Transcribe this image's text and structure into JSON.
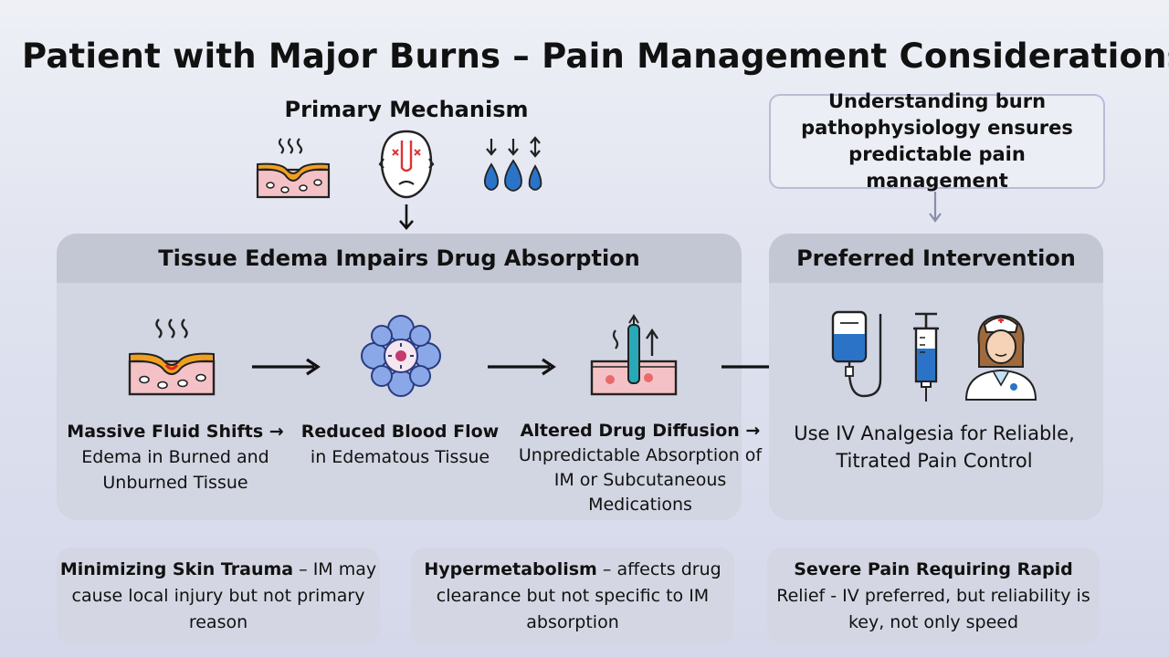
{
  "title": "Patient with Major Burns – Pain Management Considerations",
  "mechanism": {
    "title": "Primary Mechanism",
    "icons": [
      "burned-skin-icon",
      "pained-face-icon",
      "fluid-drops-icon"
    ]
  },
  "callout": "Understanding burn pathophysiology ensures predictable pain management",
  "main_panel": {
    "header": "Tissue Edema Impairs Drug Absorption",
    "steps": [
      {
        "icon": "burned-skin-icon",
        "bold": "Massive Fluid Shifts →",
        "text": "Edema in Burned and Unburned Tissue"
      },
      {
        "icon": "blood-cell-icon",
        "bold": "Reduced Blood Flow",
        "text": "in Edematous Tissue"
      },
      {
        "icon": "injection-tissue-icon",
        "bold": "Altered Drug Diffusion →",
        "text": "Unpredictable Absorption of IM or Subcutaneous Medications"
      }
    ]
  },
  "intervention": {
    "header": "Preferred Intervention",
    "text": "Use IV Analgesia for Reliable, Titrated Pain Control",
    "icons": [
      "iv-bag-icon",
      "syringe-icon",
      "nurse-icon"
    ]
  },
  "distractors": [
    {
      "bold": "Minimizing Skin Trauma",
      "text": " – IM may cause local injury but not primary reason"
    },
    {
      "bold": "Hypermetabolism",
      "text": " – affects drug clearance but not specific to IM absorption"
    },
    {
      "bold": "Severe Pain Requiring Rapid",
      "text": " Relief - IV preferred, but reliability is key, not only speed"
    }
  ],
  "colors": {
    "panel": "#d2d5e2",
    "panel_header": "#c3c6d3",
    "blue": "#2a73c7",
    "burn_pink": "#f4c2c6",
    "burn_orange": "#f0a020"
  }
}
